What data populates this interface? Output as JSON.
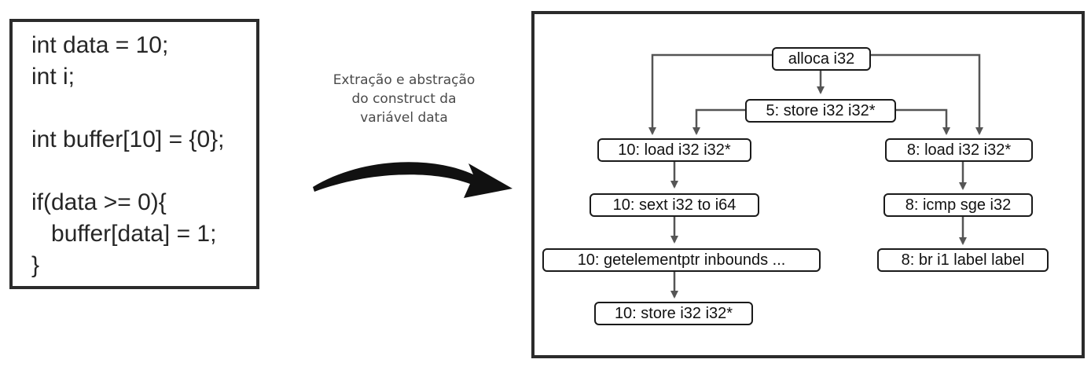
{
  "source_code": {
    "lines": [
      "int data = 10;",
      "int i;",
      "",
      "int buffer[10] = {0};",
      "",
      "if(data >= 0){",
      "   buffer[data] = 1;",
      "}"
    ]
  },
  "caption": {
    "line1": "Extração e abstração",
    "line2": "do construct da",
    "line3": "variável data"
  },
  "graph": {
    "nodes": {
      "alloca": "alloca i32",
      "store5": "5: store i32 i32*",
      "load10": "10: load i32 i32*",
      "sext10": "10: sext i32 to i64",
      "gep10": "10: getelementptr inbounds ...",
      "store10": "10: store i32 i32*",
      "load8": "8: load i32 i32*",
      "icmp8": "8: icmp sge i32",
      "br8": "8: br i1 label label"
    }
  },
  "colors": {
    "edge": "#555555",
    "border": "#2b2b2b",
    "swoosh": "#111111"
  }
}
